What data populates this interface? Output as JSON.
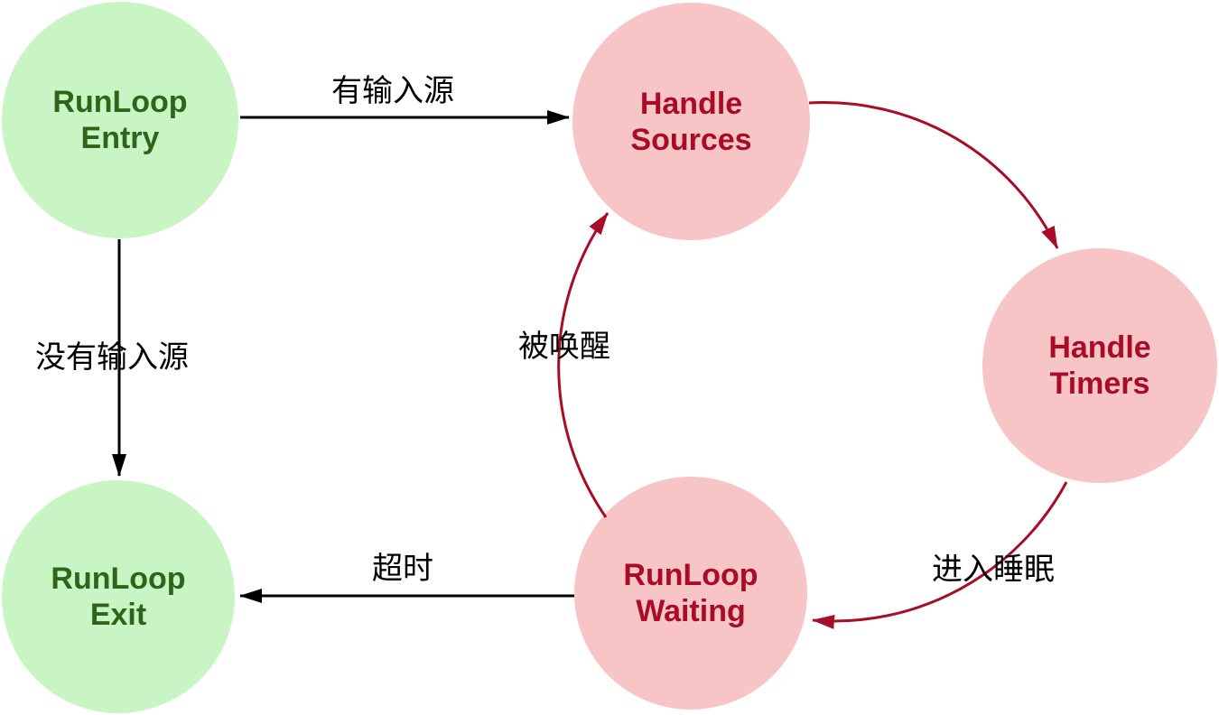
{
  "colors": {
    "green_fill": "#c8f5c3",
    "green_text": "#2d661a",
    "pink_fill": "#f8c5c6",
    "red_accent": "#a90c26",
    "black": "#000000"
  },
  "nodes": {
    "entry": {
      "line1": "RunLoop",
      "line2": "Entry"
    },
    "sources": {
      "line1": "Handle",
      "line2": "Sources"
    },
    "timers": {
      "line1": "Handle",
      "line2": "Timers"
    },
    "waiting": {
      "line1": "RunLoop",
      "line2": "Waiting"
    },
    "exit": {
      "line1": "RunLoop",
      "line2": "Exit"
    }
  },
  "edges": {
    "entry_to_sources": {
      "label": "有输入源"
    },
    "entry_to_exit": {
      "label": "没有输入源"
    },
    "waiting_to_exit": {
      "label": "超时"
    },
    "waiting_to_sources": {
      "label": "被唤醒"
    },
    "timers_to_waiting": {
      "label": "进入睡眠"
    },
    "sources_to_timers": {
      "label": ""
    }
  }
}
